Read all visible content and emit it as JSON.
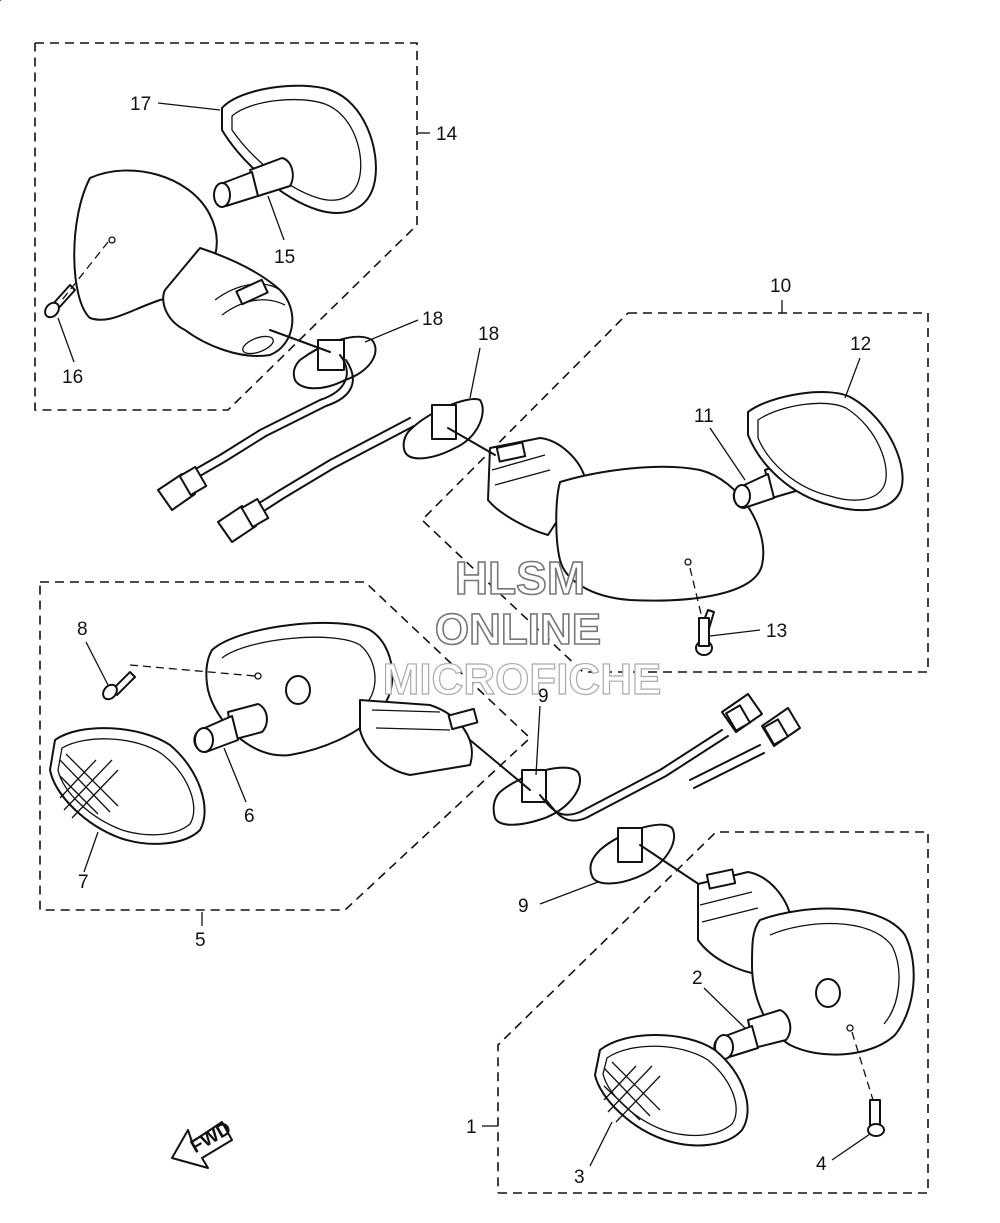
{
  "diagram": {
    "callouts": [
      "1",
      "2",
      "3",
      "4",
      "5",
      "6",
      "7",
      "8",
      "9",
      "9",
      "10",
      "11",
      "12",
      "13",
      "14",
      "15",
      "16",
      "17",
      "18",
      "18"
    ],
    "fwd_label": "FWD"
  },
  "watermark": {
    "line1": "HLSM",
    "line2": "ONLINE",
    "line3": "MICROFICHE"
  }
}
